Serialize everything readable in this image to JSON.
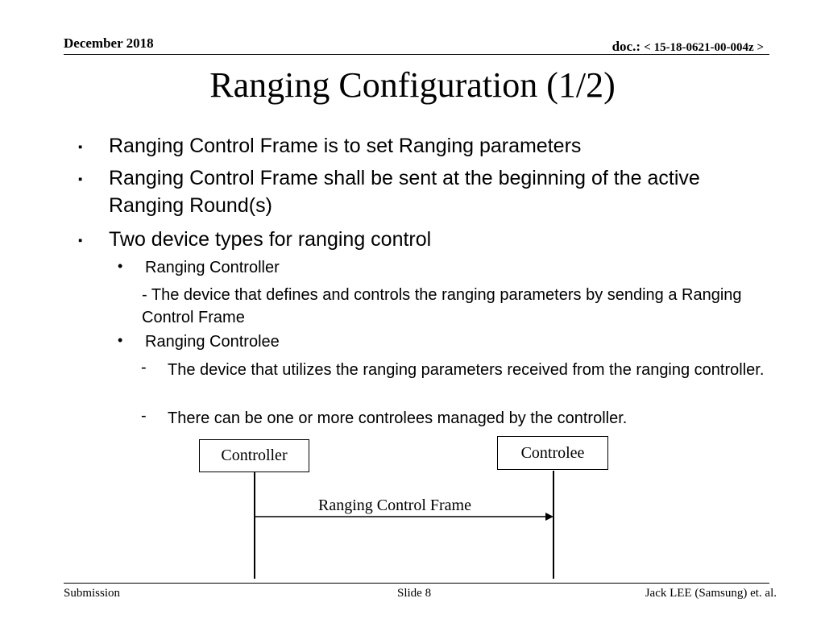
{
  "header": {
    "date": "December 2018",
    "doc_prefix": "doc.: ",
    "doc_number": "< 15-18-0621-00-004z >"
  },
  "title": "Ranging Configuration (1/2)",
  "body": {
    "bullet_marker": "▪",
    "sub_marker": "•",
    "dash_marker": "-",
    "bullet1": "Ranging Control Frame is to set Ranging parameters",
    "bullet2": "Ranging Control Frame shall be sent at the beginning of the active Ranging Round(s)",
    "bullet3": "Two device types for ranging control",
    "sub1": "Ranging Controller",
    "sub1_desc": "- The device that defines and controls the ranging parameters by sending a Ranging Control Frame",
    "sub2": "Ranging Controlee",
    "sub2_desc1": "The device that utilizes the ranging parameters received from the ranging controller.",
    "sub2_desc2": "There can be one or more controlees managed by the controller."
  },
  "diagram": {
    "left_box": "Controller",
    "right_box": "Controlee",
    "arrow_label": "Ranging Control Frame"
  },
  "footer": {
    "left": "Submission",
    "center": "Slide 8",
    "right": "Jack LEE (Samsung) et. al."
  }
}
